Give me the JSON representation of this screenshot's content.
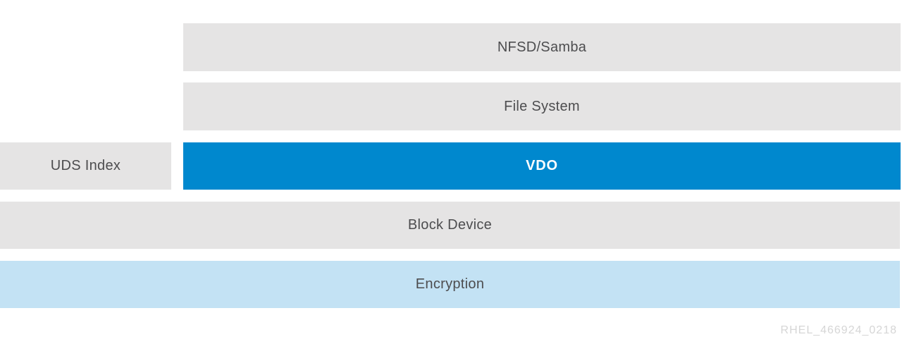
{
  "diagram": {
    "description": "VDO storage stack layer diagram",
    "watermark": "RHEL_466924_0218",
    "colors": {
      "gray_bar": "#e5e4e4",
      "blue_bar": "#0088ce",
      "lightblue_bar": "#c3e2f4",
      "label_text": "#4d4d4f",
      "vdo_text": "#ffffff",
      "watermark_text": "#d6d6d6",
      "background": "#ffffff"
    },
    "layers": [
      {
        "id": "nfsd-samba",
        "label": "NFSD/Samba",
        "variant": "gray"
      },
      {
        "id": "file-system",
        "label": "File System",
        "variant": "gray"
      },
      {
        "id": "uds-index",
        "label": "UDS Index",
        "variant": "gray"
      },
      {
        "id": "vdo",
        "label": "VDO",
        "variant": "blue"
      },
      {
        "id": "block-device",
        "label": "Block Device",
        "variant": "gray"
      },
      {
        "id": "encryption",
        "label": "Encryption",
        "variant": "lightblue"
      }
    ]
  }
}
